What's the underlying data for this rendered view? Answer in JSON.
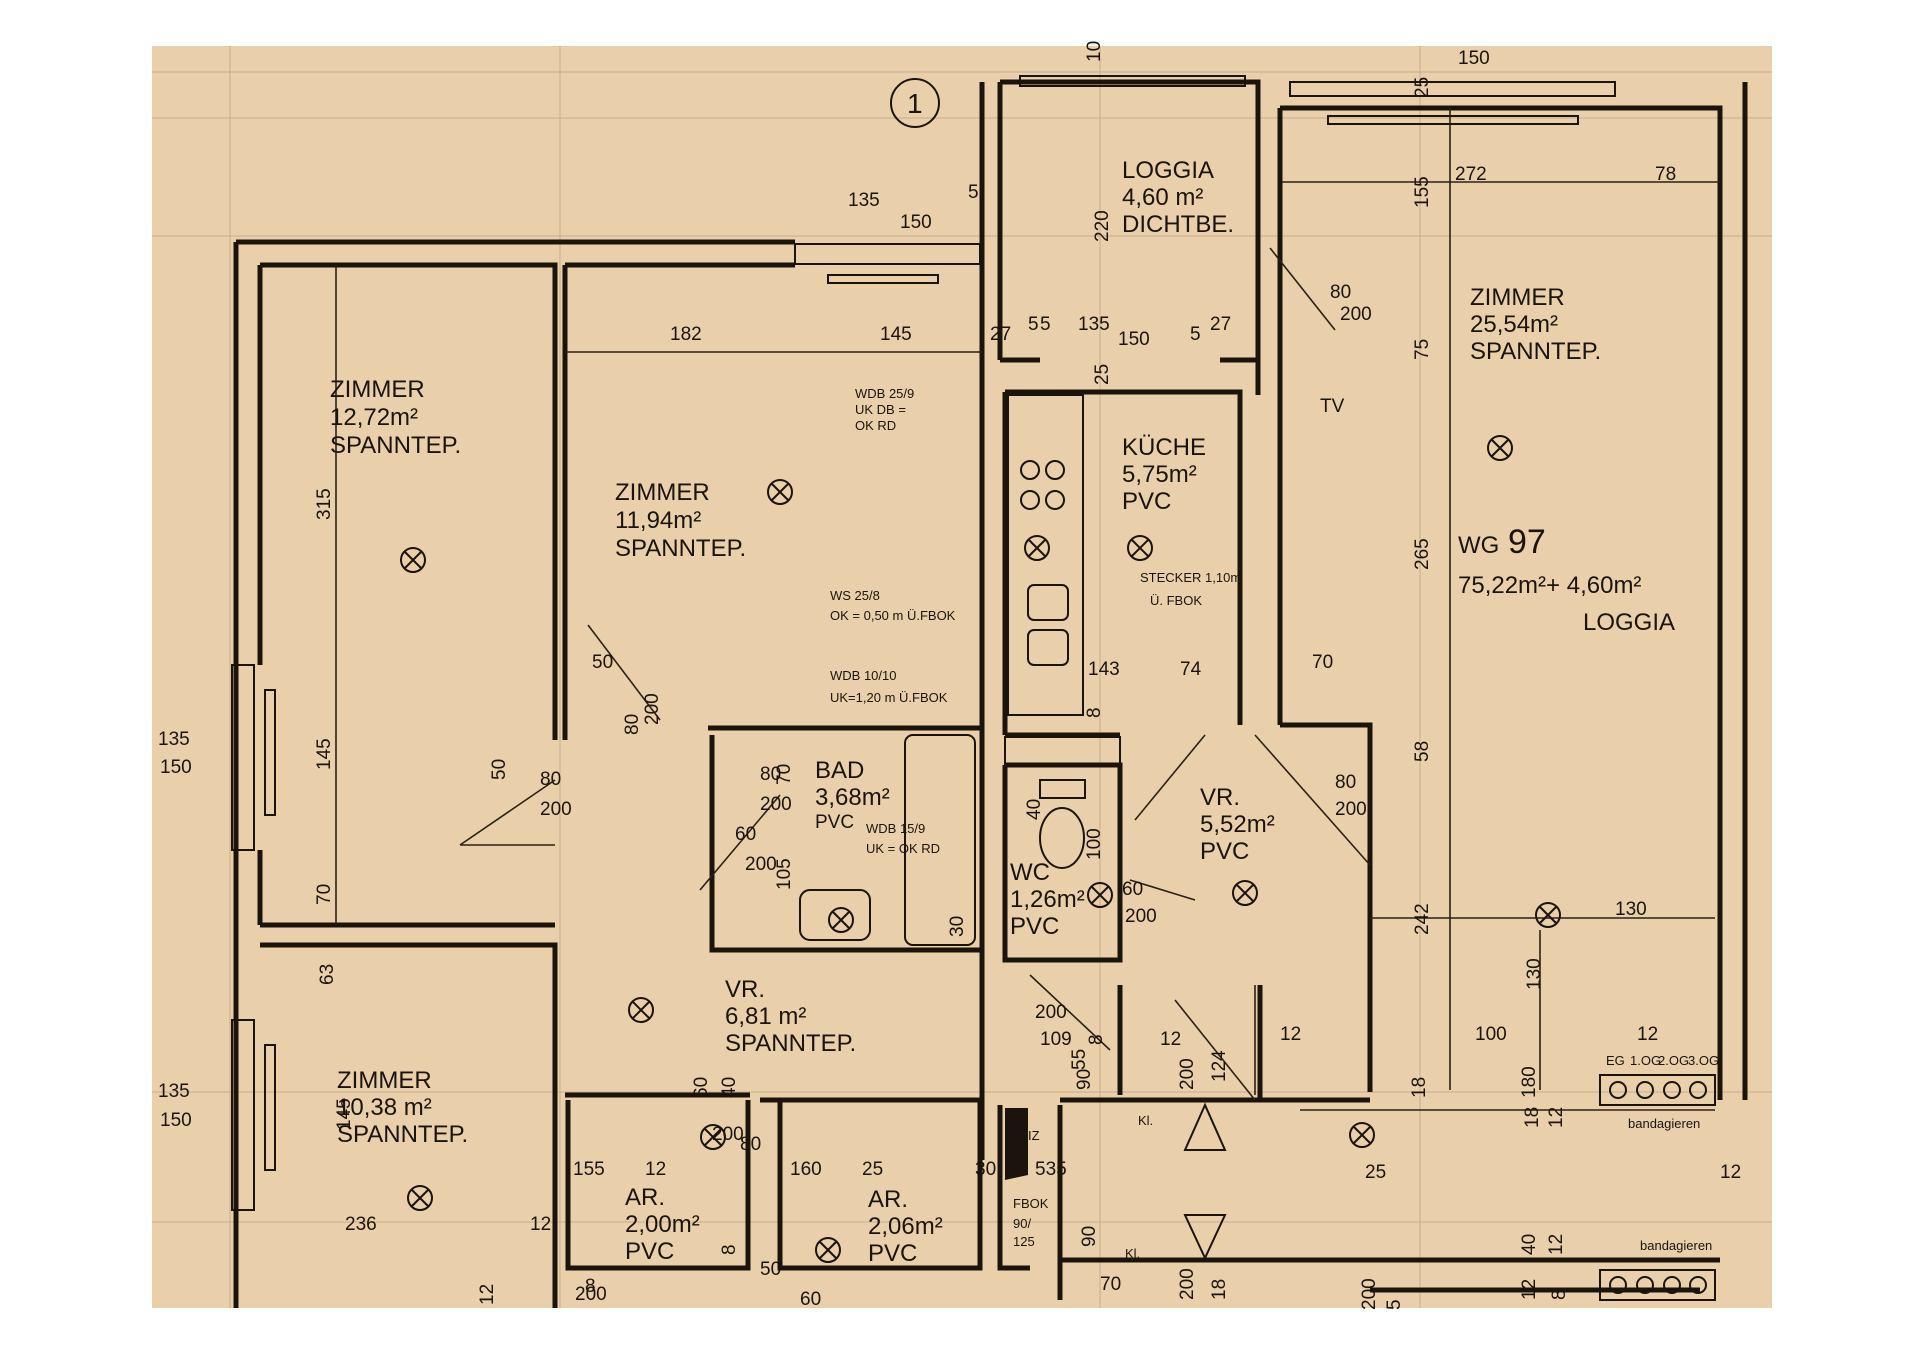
{
  "plan": {
    "unit": {
      "label": "WG",
      "number": "97",
      "area": "75,22m²+ 4,60m²",
      "extra": "LOGGIA"
    },
    "axis_marker": "1",
    "rooms": [
      {
        "id": "zimmer-a",
        "name": "ZIMMER",
        "area": "12,72m²",
        "floor": "SPANNTEP."
      },
      {
        "id": "zimmer-b",
        "name": "ZIMMER",
        "area": "11,94m²",
        "floor": "SPANNTEP."
      },
      {
        "id": "loggia",
        "name": "LOGGIA",
        "area": "4,60 m²",
        "floor": "DICHTBE."
      },
      {
        "id": "kueche",
        "name": "KÜCHE",
        "area": "5,75m²",
        "floor": "PVC"
      },
      {
        "id": "zimmer-c",
        "name": "ZIMMER",
        "area": "25,54m²",
        "floor": "SPANNTEP."
      },
      {
        "id": "bad",
        "name": "BAD",
        "area": "3,68m²",
        "floor": "PVC"
      },
      {
        "id": "wc",
        "name": "WC",
        "area": "1,26m²",
        "floor": "PVC"
      },
      {
        "id": "vr-a",
        "name": "VR.",
        "area": "5,52m²",
        "floor": "PVC"
      },
      {
        "id": "vr-b",
        "name": "VR.",
        "area": "6,81 m²",
        "floor": "SPANNTEP."
      },
      {
        "id": "zimmer-d",
        "name": "ZIMMER",
        "area": "10,38 m²",
        "floor": "SPANNTEP."
      },
      {
        "id": "ar-a",
        "name": "AR.",
        "area": "2,00m²",
        "floor": "PVC"
      },
      {
        "id": "ar-b",
        "name": "AR.",
        "area": "2,06m²",
        "floor": "PVC"
      }
    ],
    "notes": [
      {
        "id": "wdb-1",
        "lines": [
          "WDB 25/9",
          "UK DB =",
          "OK RD"
        ]
      },
      {
        "id": "ws",
        "lines": [
          "WS   25/8",
          "OK = 0,50 m Ü.FBOK"
        ]
      },
      {
        "id": "wdb-2",
        "lines": [
          "WDB 10/10",
          "UK=1,20 m Ü.FBOK"
        ]
      },
      {
        "id": "wdb-3",
        "lines": [
          "WDB  15/9",
          "UK = OK RD"
        ]
      },
      {
        "id": "stecker",
        "lines": [
          "STECKER  1,10m",
          "Ü. FBOK"
        ]
      },
      {
        "id": "bandag-1",
        "lines": [
          "bandagieren"
        ]
      },
      {
        "id": "bandag-2",
        "lines": [
          "bandagieren"
        ]
      },
      {
        "id": "tv",
        "lines": [
          "TV"
        ]
      },
      {
        "id": "heiz",
        "lines": [
          "HEIZ"
        ]
      },
      {
        "id": "fbok",
        "lines": [
          "FBOK",
          "90/",
          "125"
        ]
      },
      {
        "id": "floors",
        "lines": [
          "EG",
          "1.OG",
          "2.OG",
          "3.OG"
        ]
      },
      {
        "id": "kl-1",
        "lines": [
          "Kl."
        ]
      },
      {
        "id": "kl-2",
        "lines": [
          "Kl."
        ]
      }
    ],
    "dimensions": [
      "150",
      "135",
      "150",
      "5",
      "25",
      "10",
      "220",
      "155",
      "272",
      "78",
      "182",
      "145",
      "27",
      "5",
      "5",
      "135",
      "150",
      "5",
      "27",
      "25",
      "80",
      "200",
      "75",
      "315",
      "265",
      "143",
      "74",
      "70",
      "8",
      "50",
      "80",
      "200",
      "80",
      "200",
      "135",
      "150",
      "145",
      "50",
      "80",
      "200",
      "70",
      "60",
      "200",
      "105",
      "58",
      "80",
      "200",
      "242",
      "40",
      "30",
      "100",
      "60",
      "200",
      "130",
      "130",
      "63",
      "70",
      "135",
      "150",
      "145",
      "236",
      "12",
      "155",
      "12",
      "160",
      "25",
      "30",
      "10",
      "535",
      "25",
      "12",
      "60",
      "200",
      "40",
      "80",
      "200",
      "109",
      "8",
      "55",
      "12",
      "90",
      "200",
      "124",
      "12",
      "18",
      "180",
      "100",
      "12",
      "18",
      "12",
      "90",
      "200",
      "18",
      "12",
      "8",
      "40",
      "200",
      "60",
      "8",
      "50",
      "12",
      "8",
      "12",
      "70",
      "200",
      "5"
    ]
  }
}
